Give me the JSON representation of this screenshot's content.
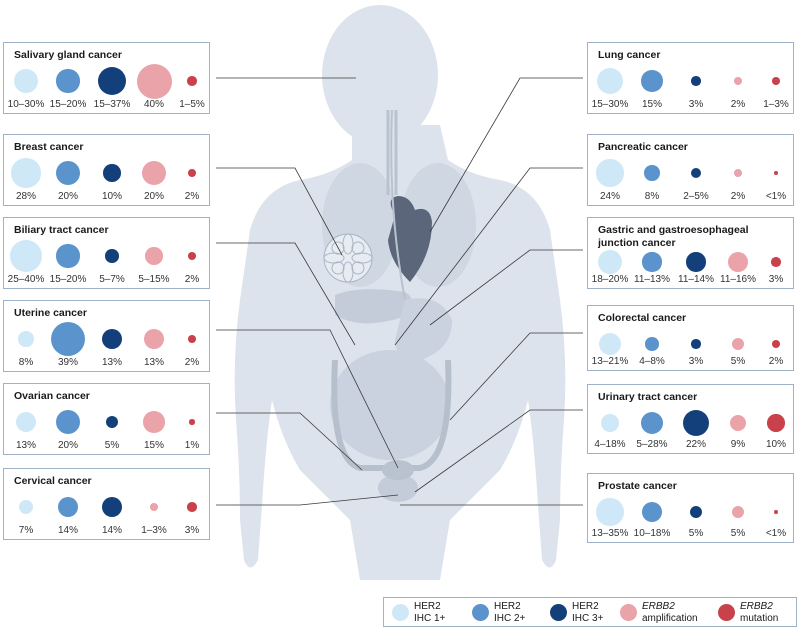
{
  "colors": {
    "ihc1": "#cfe8f7",
    "ihc2": "#5b93cc",
    "ihc3": "#13407a",
    "amp": "#e9a3a9",
    "mut": "#c8414b",
    "panel_border": "#9fb3c8",
    "body": "#dde3ec",
    "organ": "#c9d2de",
    "heart": "#5b667a",
    "leader": "#3a3a3a"
  },
  "legend": [
    {
      "key": "ihc1",
      "line1": "HER2",
      "line2": "IHC 1+",
      "italic_first": false
    },
    {
      "key": "ihc2",
      "line1": "HER2",
      "line2": "IHC 2+",
      "italic_first": false
    },
    {
      "key": "ihc3",
      "line1": "HER2",
      "line2": "IHC 3+",
      "italic_first": false
    },
    {
      "key": "amp",
      "line1": "ERBB2",
      "line2": "amplification",
      "italic_first": true
    },
    {
      "key": "mut",
      "line1": "ERBB2",
      "line2": "mutation",
      "italic_first": true
    }
  ],
  "panels": [
    {
      "id": "salivary",
      "side": "left",
      "title": "Salivary gland cancer",
      "labels": [
        "10–30%",
        "15–20%",
        "15–37%",
        "40%",
        "1–5%"
      ],
      "values": [
        20,
        17.5,
        26,
        40,
        3
      ]
    },
    {
      "id": "breast",
      "side": "left",
      "title": "Breast cancer",
      "labels": [
        "28%",
        "20%",
        "10%",
        "20%",
        "2%"
      ],
      "values": [
        28,
        20,
        10,
        20,
        2
      ]
    },
    {
      "id": "biliary",
      "side": "left",
      "title": "Biliary tract cancer",
      "labels": [
        "25–40%",
        "15–20%",
        "5–7%",
        "5–15%",
        "2%"
      ],
      "values": [
        32.5,
        17.5,
        6,
        10,
        2
      ]
    },
    {
      "id": "uterine",
      "side": "left",
      "title": "Uterine cancer",
      "labels": [
        "8%",
        "39%",
        "13%",
        "13%",
        "2%"
      ],
      "values": [
        8,
        39,
        13,
        13,
        2
      ]
    },
    {
      "id": "ovarian",
      "side": "left",
      "title": "Ovarian cancer",
      "labels": [
        "13%",
        "20%",
        "5%",
        "15%",
        "1%"
      ],
      "values": [
        13,
        20,
        5,
        15,
        1
      ]
    },
    {
      "id": "cervical",
      "side": "left",
      "title": "Cervical cancer",
      "labels": [
        "7%",
        "14%",
        "14%",
        "1–3%",
        "3%"
      ],
      "values": [
        7,
        14,
        14,
        2,
        3
      ]
    },
    {
      "id": "lung",
      "side": "right",
      "title": "Lung cancer",
      "labels": [
        "15–30%",
        "15%",
        "3%",
        "2%",
        "1–3%"
      ],
      "values": [
        22.5,
        15,
        3,
        2,
        2
      ]
    },
    {
      "id": "pancreatic",
      "side": "right",
      "title": "Pancreatic cancer",
      "labels": [
        "24%",
        "8%",
        "2–5%",
        "2%",
        "<1%"
      ],
      "values": [
        24,
        8,
        3.5,
        2,
        0.5
      ]
    },
    {
      "id": "gastric",
      "side": "right",
      "title": "Gastric and gastroesophageal junction cancer",
      "labels": [
        "18–20%",
        "11–13%",
        "11–14%",
        "11–16%",
        "3%"
      ],
      "values": [
        19,
        12,
        12.5,
        13.5,
        3
      ]
    },
    {
      "id": "colorectal",
      "side": "right",
      "title": "Colorectal cancer",
      "labels": [
        "13–21%",
        "4–8%",
        "3%",
        "5%",
        "2%"
      ],
      "values": [
        17,
        6,
        3,
        5,
        2
      ]
    },
    {
      "id": "urinary",
      "side": "right",
      "title": "Urinary tract cancer",
      "labels": [
        "4–18%",
        "5–28%",
        "22%",
        "9%",
        "10%"
      ],
      "values": [
        11,
        16.5,
        22,
        9,
        10
      ]
    },
    {
      "id": "prostate",
      "side": "right",
      "title": "Prostate cancer",
      "labels": [
        "13–35%",
        "10–18%",
        "5%",
        "5%",
        "<1%"
      ],
      "values": [
        24,
        14,
        5,
        5,
        0.5
      ]
    }
  ]
}
